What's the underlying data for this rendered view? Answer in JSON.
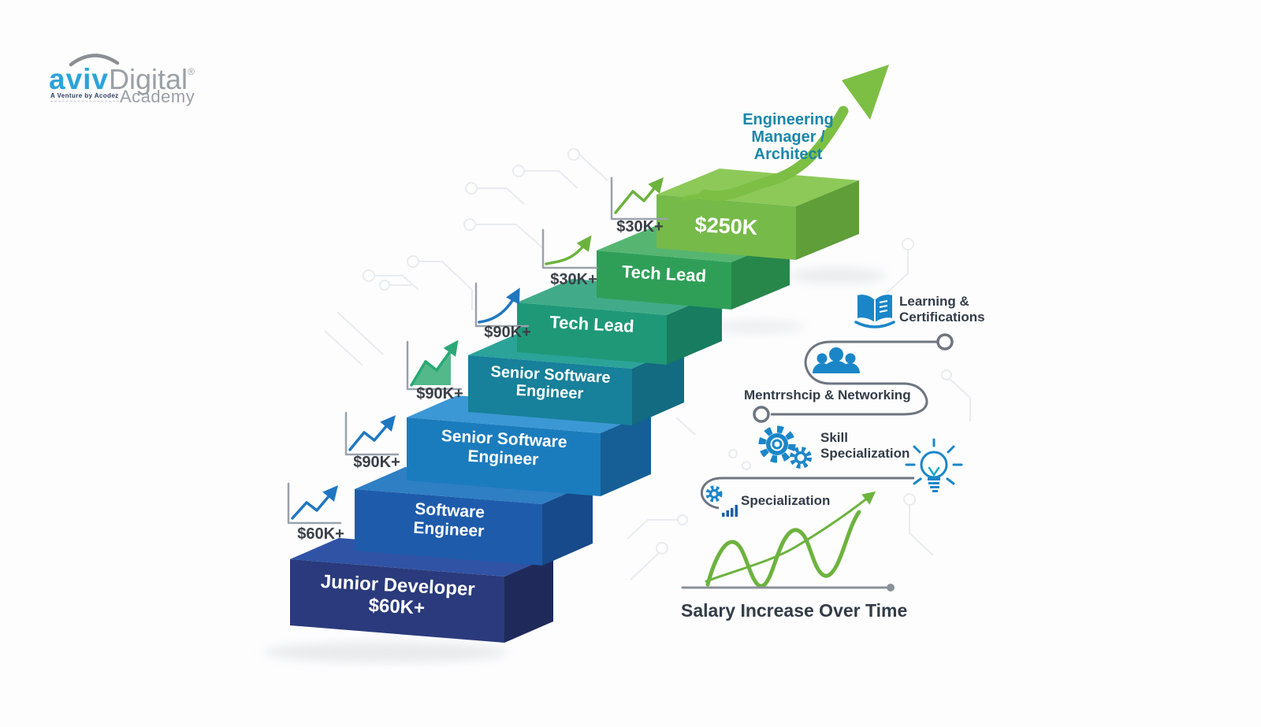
{
  "logo": {
    "brand": "aviv",
    "brand_suffix": "Digital",
    "registered": "®",
    "tagline": "A Venture by Acodez",
    "academy": "Academy"
  },
  "peak_label": {
    "line1": "Engineering",
    "line2": "Manager /",
    "line3": "Architect"
  },
  "steps": [
    {
      "line1": "Junior Developer",
      "line2": "$60K+"
    },
    {
      "line1": "Software",
      "line2": "Engineer"
    },
    {
      "line1": "Senior Software",
      "line2": "Engineer"
    },
    {
      "line1": "Senior Software",
      "line2": "Engineer"
    },
    {
      "line1": "Tech Lead"
    },
    {
      "line1": "Tech Lead"
    },
    {
      "line1": "$250K"
    }
  ],
  "mini_charts": [
    {
      "label": "$60K+"
    },
    {
      "label": "$90K+"
    },
    {
      "label": "$90K+"
    },
    {
      "label": "$90K+"
    },
    {
      "label": "$30K+"
    },
    {
      "label": "$30K+"
    }
  ],
  "factors": {
    "learning": {
      "line1": "Learning &",
      "line2": "Certifications"
    },
    "mentorship": {
      "label": "Mentrrshcip & Networking"
    },
    "skill": {
      "line1": "Skill",
      "line2": "Specialization"
    },
    "specialization": {
      "label": "Specialization"
    }
  },
  "timeline": {
    "title": "Salary Increase Over Time"
  },
  "colors": {
    "accent_blue": "#1a86c8",
    "accent_green": "#7cbf44",
    "peak_text_teal": "#1b87a9",
    "connector_gray": "#6d7580",
    "axis_gray": "#9aa2ab",
    "label_dark": "#333c47",
    "step_fronts": [
      "#2a3a7c",
      "#1e5cab",
      "#1b7cbd",
      "#17809a",
      "#1f9878",
      "#2f9f58",
      "#76ba4a"
    ]
  }
}
